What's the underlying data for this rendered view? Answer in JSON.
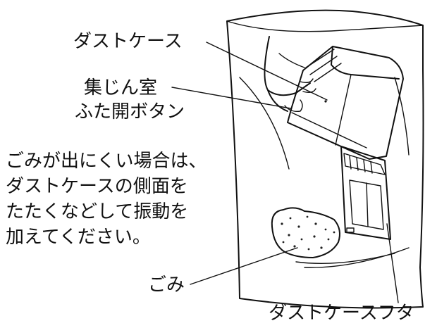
{
  "labels": {
    "dust_case": "ダストケース",
    "chamber_button_line1": "集じん室",
    "chamber_button_line2": "ふた開ボタン",
    "instruction_lines": [
      "ごみが出にくい場合は、",
      "ダストケースの側面を",
      "たたくなどして振動を",
      "加えてください。"
    ],
    "dust": "ごみ",
    "dust_case_lid": "ダストケースフタ"
  }
}
